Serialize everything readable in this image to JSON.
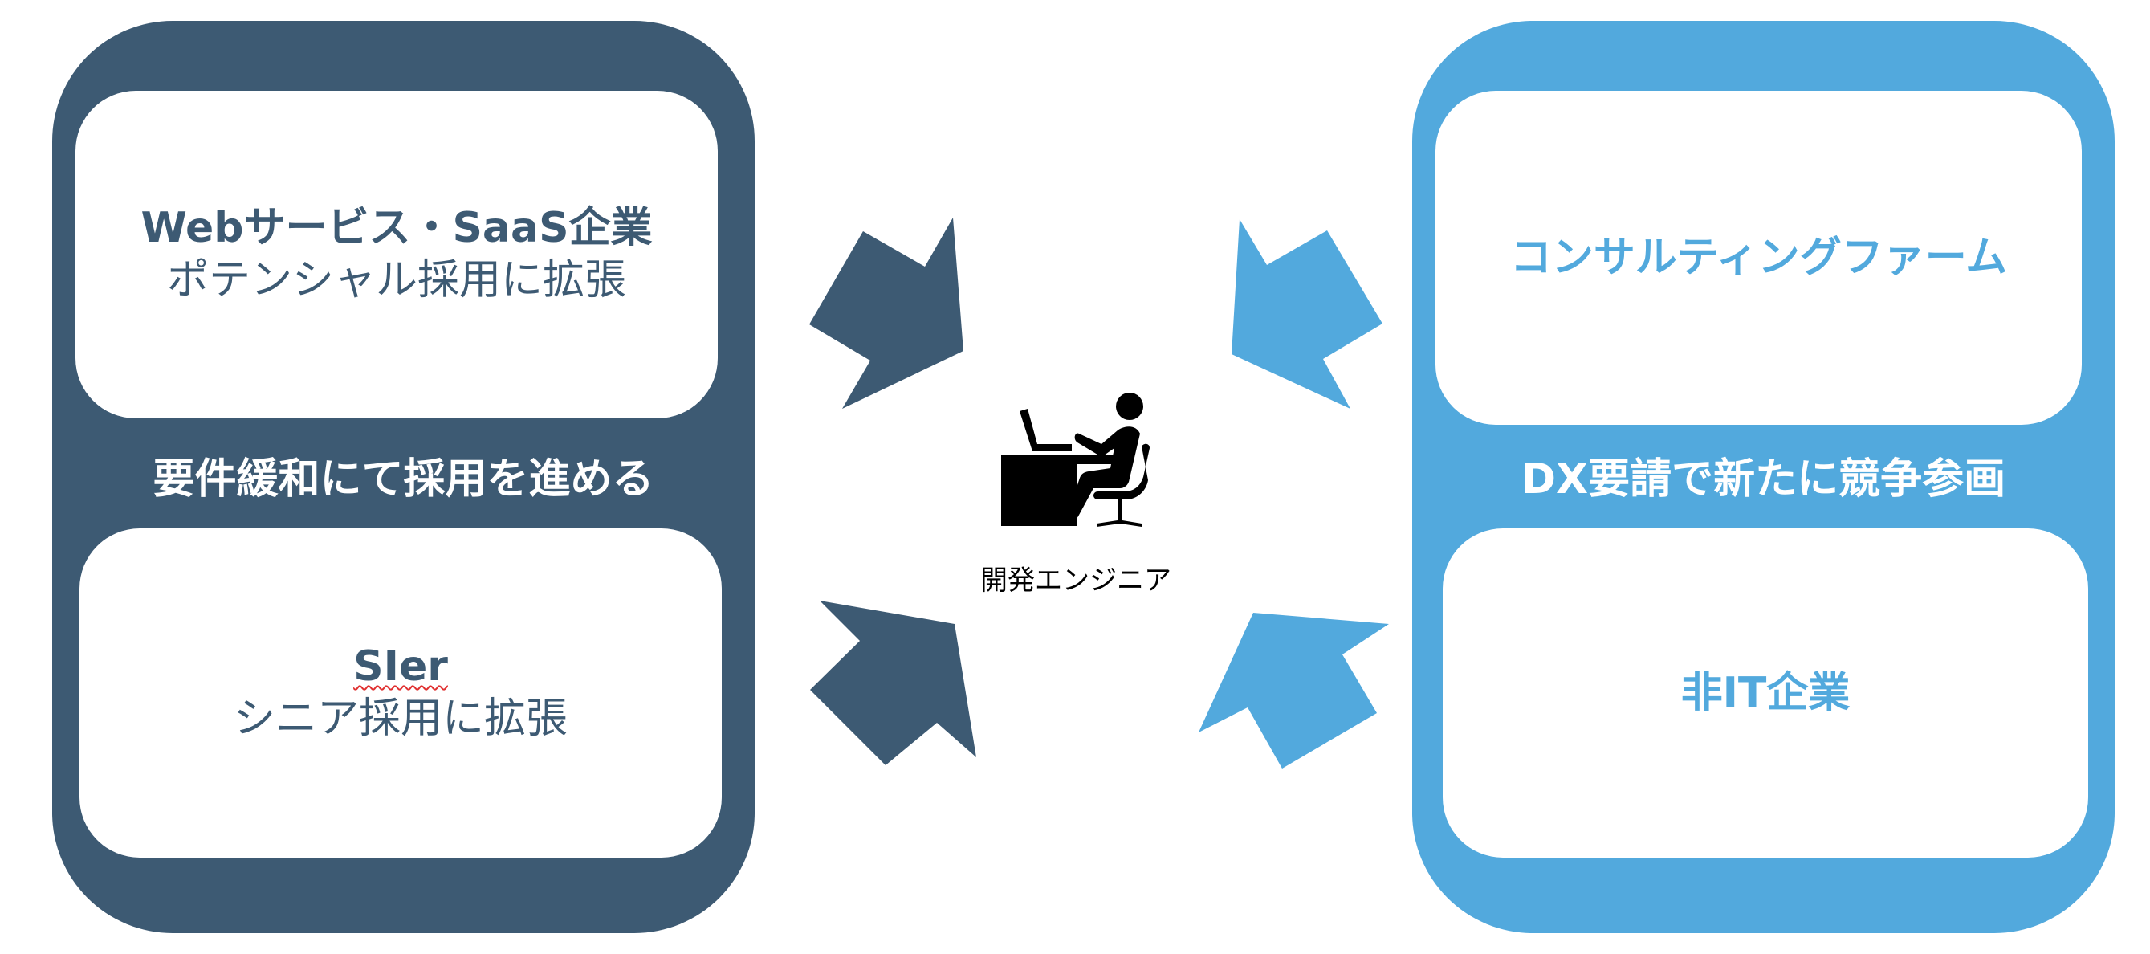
{
  "left_group": {
    "top_box": {
      "title": "Webサービス・SaaS企業",
      "subtitle": "ポテンシャル採用に拡張"
    },
    "middle_caption": "要件緩和にて採用を進める",
    "bottom_box": {
      "title": "SIer",
      "subtitle": "シニア採用に拡張"
    }
  },
  "right_group": {
    "top_box": {
      "title": "コンサルティングファーム"
    },
    "middle_caption": "DX要請で新たに競争参画",
    "bottom_box": {
      "title": "非IT企業"
    }
  },
  "center": {
    "label": "開発エンジニア",
    "icon": "engineer-at-desk-icon"
  },
  "colors": {
    "dark_navy": "#3d5a73",
    "light_blue": "#52a9dd"
  }
}
